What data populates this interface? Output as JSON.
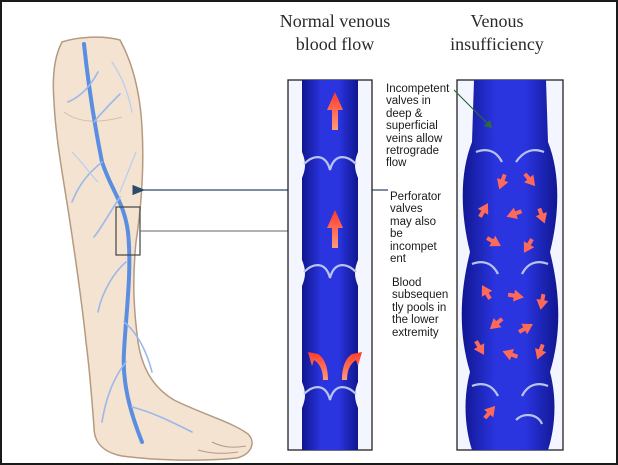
{
  "colors": {
    "vein_dark": "#1c23b5",
    "vein_mid": "#2a35e0",
    "valve": "#b9c4ee",
    "flow_arrow": "#ff6a58",
    "skin": "#f4e3d1",
    "skin_outline": "#b59a82",
    "leg_vein": "#5b8ee0",
    "pointer_line": "#2e4b6a"
  },
  "titles": {
    "normal": "Normal venous\nblood flow",
    "insufficiency": "Venous\ninsufficiency"
  },
  "annotations": {
    "incompetent": "Incompetent\nvalves in\ndeep &\nsuperficial\nveins allow\nretrograde\nflow",
    "perforator": "Perforator\nvalves\nmay also\nbe\nincompet\nent",
    "blood": "Blood\nsubsequen\ntly pools in\nthe lower\nextremity"
  },
  "icons": {
    "leg": "leg-illustration",
    "normal_vein": "vein-segment",
    "insufficient_vein": "vein-segment",
    "flow": "flow-arrow"
  }
}
